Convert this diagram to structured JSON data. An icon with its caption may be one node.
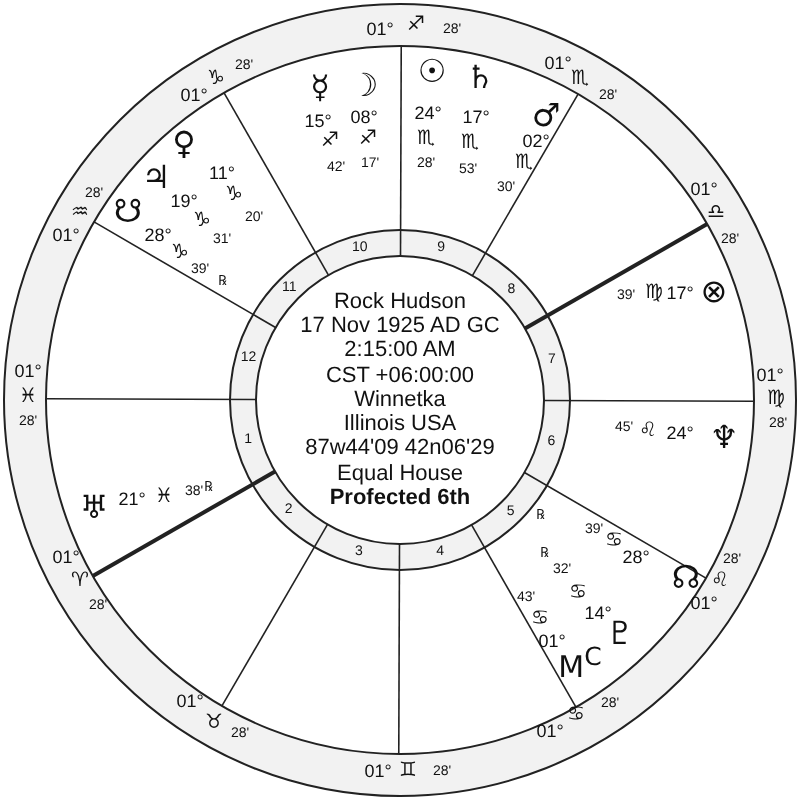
{
  "diagram": {
    "nodes": [
      {
        "text": [
          "Rock Hudson",
          "17 Nov 1925 AD GC",
          "2:15:00 AM",
          "CST +06:00:00",
          "Winnetka",
          "Illinois USA",
          "87w44'09 42n06'29",
          "Equal House",
          "Profected 6th"
        ]
      }
    ],
    "labels": [
      "01°",
      "♐",
      "28'",
      "01°",
      "♏",
      "28'",
      "01°",
      "♎",
      "28'",
      "01°",
      "♍",
      "28'",
      "28'",
      "♌",
      "01°",
      "28'",
      "♋",
      "01°",
      "01°",
      "♊",
      "28'",
      "01°",
      "♉",
      "28'",
      "01°",
      "♈",
      "28'",
      "01°",
      "♓",
      "28'",
      "28'",
      "♒",
      "01°",
      "01°",
      "♑",
      "28'",
      "1",
      "2",
      "3",
      "4",
      "5",
      "6",
      "7",
      "8",
      "9",
      "10",
      "11",
      "12",
      "☿",
      "15°",
      "♐",
      "42'",
      "☽",
      "08°",
      "♐",
      "17'",
      "☉",
      "24°",
      "♏",
      "28'",
      "♄",
      "17°",
      "♏",
      "53'",
      "♂",
      "02°",
      "♏",
      "30'",
      "♀",
      "11°",
      "♑",
      "20'",
      "♃",
      "19°",
      "♑",
      "31'",
      "☋",
      "28°",
      "♑",
      "39'",
      "℞",
      "⊗",
      "17°",
      "♍",
      "39'",
      "♆",
      "24°",
      "♌",
      "45'",
      "♅",
      "21°",
      "♓",
      "38'",
      "℞",
      "☊",
      "28°",
      "♋",
      "39'",
      "℞",
      "♇",
      "14°",
      "♋",
      "32'",
      "℞",
      "M$^{C}$",
      "01°",
      "♋",
      "43'"
    ]
  }
}
